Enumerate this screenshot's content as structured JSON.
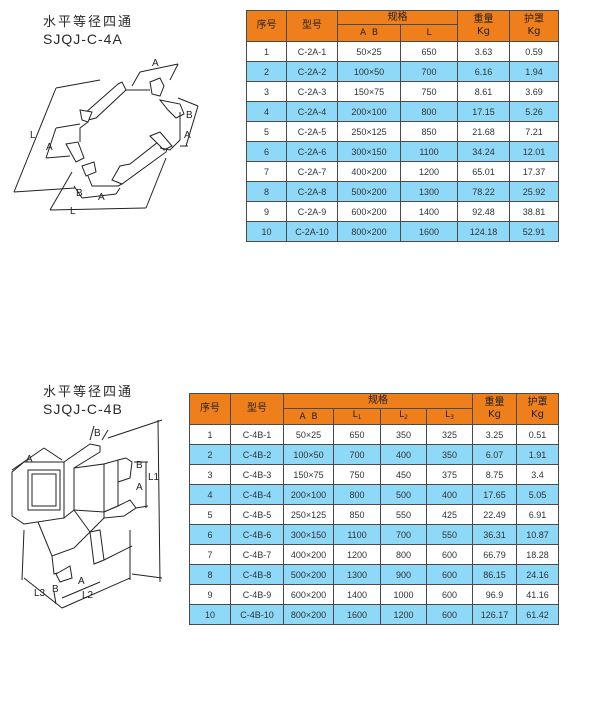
{
  "section_a": {
    "title_cn": "水平等径四通",
    "title_code": "SJQJ-C-4A",
    "drawing_labels": {
      "A": "A",
      "B": "B",
      "L": "L"
    },
    "table": {
      "headers": {
        "index": "序号",
        "model": "型号",
        "spec": "规格",
        "spec_ab": "A  B",
        "spec_l": "L",
        "weight": "重量",
        "weight_unit": "Kg",
        "cover": "护罩",
        "cover_unit": "Kg"
      },
      "rows": [
        {
          "no": "1",
          "model": "C-2A-1",
          "ab": "50×25",
          "l": "650",
          "weight": "3.63",
          "cover": "0.59"
        },
        {
          "no": "2",
          "model": "C-2A-2",
          "ab": "100×50",
          "l": "700",
          "weight": "6.16",
          "cover": "1.94"
        },
        {
          "no": "3",
          "model": "C-2A-3",
          "ab": "150×75",
          "l": "750",
          "weight": "8.61",
          "cover": "3.69"
        },
        {
          "no": "4",
          "model": "C-2A-4",
          "ab": "200×100",
          "l": "800",
          "weight": "17.15",
          "cover": "5.26"
        },
        {
          "no": "5",
          "model": "C-2A-5",
          "ab": "250×125",
          "l": "850",
          "weight": "21.68",
          "cover": "7.21"
        },
        {
          "no": "6",
          "model": "C-2A-6",
          "ab": "300×150",
          "l": "1100",
          "weight": "34.24",
          "cover": "12.01"
        },
        {
          "no": "7",
          "model": "C-2A-7",
          "ab": "400×200",
          "l": "1200",
          "weight": "65.01",
          "cover": "17.37"
        },
        {
          "no": "8",
          "model": "C-2A-8",
          "ab": "500×200",
          "l": "1300",
          "weight": "78.22",
          "cover": "25.92"
        },
        {
          "no": "9",
          "model": "C-2A-9",
          "ab": "600×200",
          "l": "1400",
          "weight": "92.48",
          "cover": "38.81"
        },
        {
          "no": "10",
          "model": "C-2A-10",
          "ab": "800×200",
          "l": "1600",
          "weight": "124.18",
          "cover": "52.91"
        }
      ]
    }
  },
  "section_b": {
    "title_cn": "水平等径四通",
    "title_code": "SJQJ-C-4B",
    "drawing_labels": {
      "A": "A",
      "B": "B",
      "L1": "L1",
      "L2": "L2",
      "L3": "L3"
    },
    "table": {
      "headers": {
        "index": "序号",
        "model": "型号",
        "spec": "规格",
        "spec_ab": "A  B",
        "spec_l1": "L",
        "spec_l1_sub": "1",
        "spec_l2": "L",
        "spec_l2_sub": "2",
        "spec_l3": "L",
        "spec_l3_sub": "3",
        "weight": "重量",
        "weight_unit": "Kg",
        "cover": "护罩",
        "cover_unit": "Kg"
      },
      "rows": [
        {
          "no": "1",
          "model": "C-4B-1",
          "ab": "50×25",
          "l1": "650",
          "l2": "350",
          "l3": "325",
          "weight": "3.25",
          "cover": "0.51"
        },
        {
          "no": "2",
          "model": "C-4B-2",
          "ab": "100×50",
          "l1": "700",
          "l2": "400",
          "l3": "350",
          "weight": "6.07",
          "cover": "1.91"
        },
        {
          "no": "3",
          "model": "C-4B-3",
          "ab": "150×75",
          "l1": "750",
          "l2": "450",
          "l3": "375",
          "weight": "8.75",
          "cover": "3.4"
        },
        {
          "no": "4",
          "model": "C-4B-4",
          "ab": "200×100",
          "l1": "800",
          "l2": "500",
          "l3": "400",
          "weight": "17.65",
          "cover": "5.05"
        },
        {
          "no": "5",
          "model": "C-4B-5",
          "ab": "250×125",
          "l1": "850",
          "l2": "550",
          "l3": "425",
          "weight": "22.49",
          "cover": "6.91"
        },
        {
          "no": "6",
          "model": "C-4B-6",
          "ab": "300×150",
          "l1": "1100",
          "l2": "700",
          "l3": "550",
          "weight": "36.31",
          "cover": "10.87"
        },
        {
          "no": "7",
          "model": "C-4B-7",
          "ab": "400×200",
          "l1": "1200",
          "l2": "800",
          "l3": "600",
          "weight": "66.79",
          "cover": "18.28"
        },
        {
          "no": "8",
          "model": "C-4B-8",
          "ab": "500×200",
          "l1": "1300",
          "l2": "900",
          "l3": "600",
          "weight": "86.15",
          "cover": "24.16"
        },
        {
          "no": "9",
          "model": "C-4B-9",
          "ab": "600×200",
          "l1": "1400",
          "l2": "1000",
          "l3": "600",
          "weight": "96.9",
          "cover": "41.16"
        },
        {
          "no": "10",
          "model": "C-4B-10",
          "ab": "800×200",
          "l1": "1600",
          "l2": "1200",
          "l3": "600",
          "weight": "126.17",
          "cover": "61.42"
        }
      ]
    }
  },
  "colors": {
    "header_orange": "#ef7f1a",
    "row_blue": "#8ed8f8",
    "row_white": "#ffffff",
    "border": "#4a4a4a"
  }
}
